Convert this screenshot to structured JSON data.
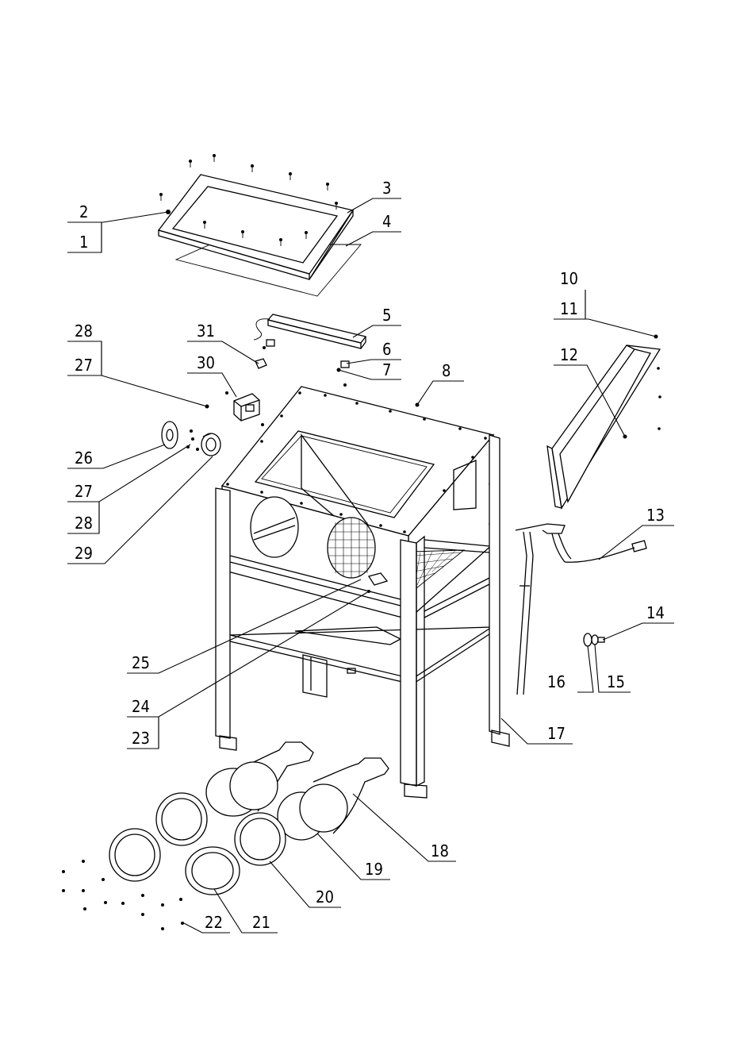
{
  "labels": [
    "1",
    "2",
    "3",
    "4",
    "5",
    "6",
    "7",
    "8",
    "10",
    "11",
    "12",
    "13",
    "14",
    "15",
    "16",
    "17",
    "18",
    "19",
    "20",
    "21",
    "22",
    "23",
    "24",
    "25",
    "26",
    "27",
    "28",
    "29",
    "30",
    "31"
  ],
  "left_labels": [
    "28",
    "27",
    "26",
    "27",
    "28",
    "29"
  ],
  "labels_extra": [
    "23",
    "24",
    "25"
  ],
  "colors": {
    "line": "#000000",
    "background": "#ffffff"
  }
}
